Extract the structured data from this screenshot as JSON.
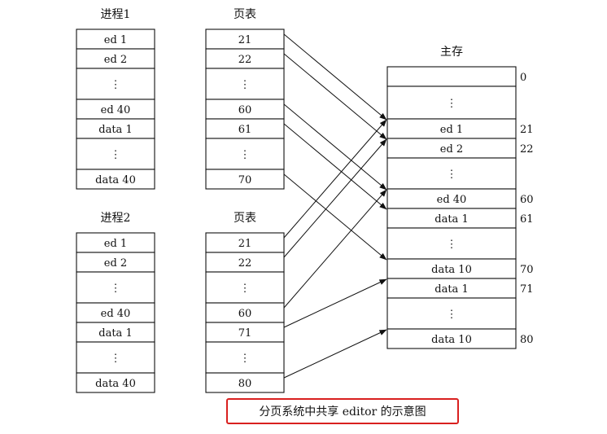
{
  "process1": {
    "title": "进程1",
    "cells": [
      "ed 1",
      "ed 2",
      "⋮",
      "ed 40",
      "data 1",
      "⋮",
      "data 40"
    ]
  },
  "pagetable1": {
    "title": "页表",
    "cells": [
      "21",
      "22",
      "⋮",
      "60",
      "61",
      "⋮",
      "70"
    ]
  },
  "process2": {
    "title": "进程2",
    "cells": [
      "ed 1",
      "ed 2",
      "⋮",
      "ed 40",
      "data 1",
      "⋮",
      "data 40"
    ]
  },
  "pagetable2": {
    "title": "页表",
    "cells": [
      "21",
      "22",
      "⋮",
      "60",
      "71",
      "⋮",
      "80"
    ]
  },
  "memory": {
    "title": "主存",
    "cells": [
      "",
      "⋮",
      "ed 1",
      "ed 2",
      "⋮",
      "ed 40",
      "data 1",
      "⋮",
      "data 10",
      "data 1",
      "⋮",
      "data 10"
    ],
    "frame_labels": [
      "0",
      "",
      "21",
      "22",
      "",
      "60",
      "61",
      "",
      "70",
      "71",
      "",
      "80"
    ]
  },
  "caption": "分页系统中共享 editor 的示意图"
}
